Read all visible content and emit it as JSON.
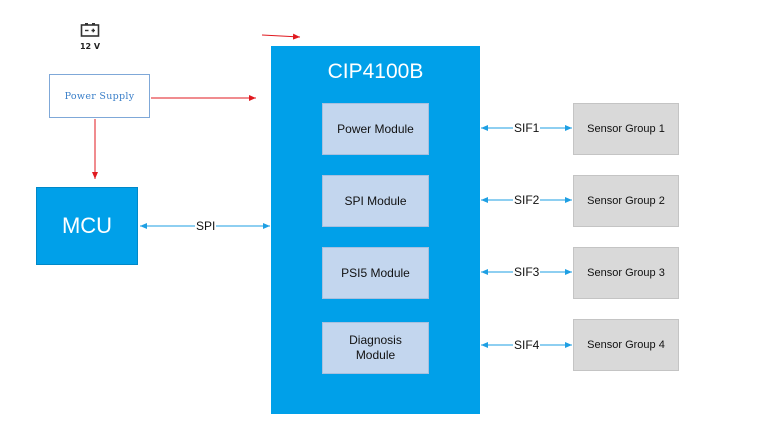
{
  "battery": {
    "icon": "battery-icon",
    "label": "12 V"
  },
  "power_supply": {
    "label": "Power Supply"
  },
  "mcu": {
    "label": "MCU"
  },
  "chip": {
    "title": "CIP4100B",
    "modules": [
      {
        "label": "Power Module"
      },
      {
        "label": "SPI Module"
      },
      {
        "label": "PSI5 Module"
      },
      {
        "label": "Diagnosis\nModule"
      }
    ]
  },
  "links": {
    "spi": "SPI",
    "sif": [
      "SIF1",
      "SIF2",
      "SIF3",
      "SIF4"
    ]
  },
  "sensors": [
    {
      "label": "Sensor Group 1"
    },
    {
      "label": "Sensor Group 2"
    },
    {
      "label": "Sensor Group 3"
    },
    {
      "label": "Sensor Group 4"
    }
  ],
  "colors": {
    "chip_blue": "#00a0e9",
    "module_fill": "#c3d6ee",
    "sensor_fill": "#d9d9d9",
    "power_arrow": "#e0191f",
    "signal_arrow": "#1e9fe3"
  }
}
